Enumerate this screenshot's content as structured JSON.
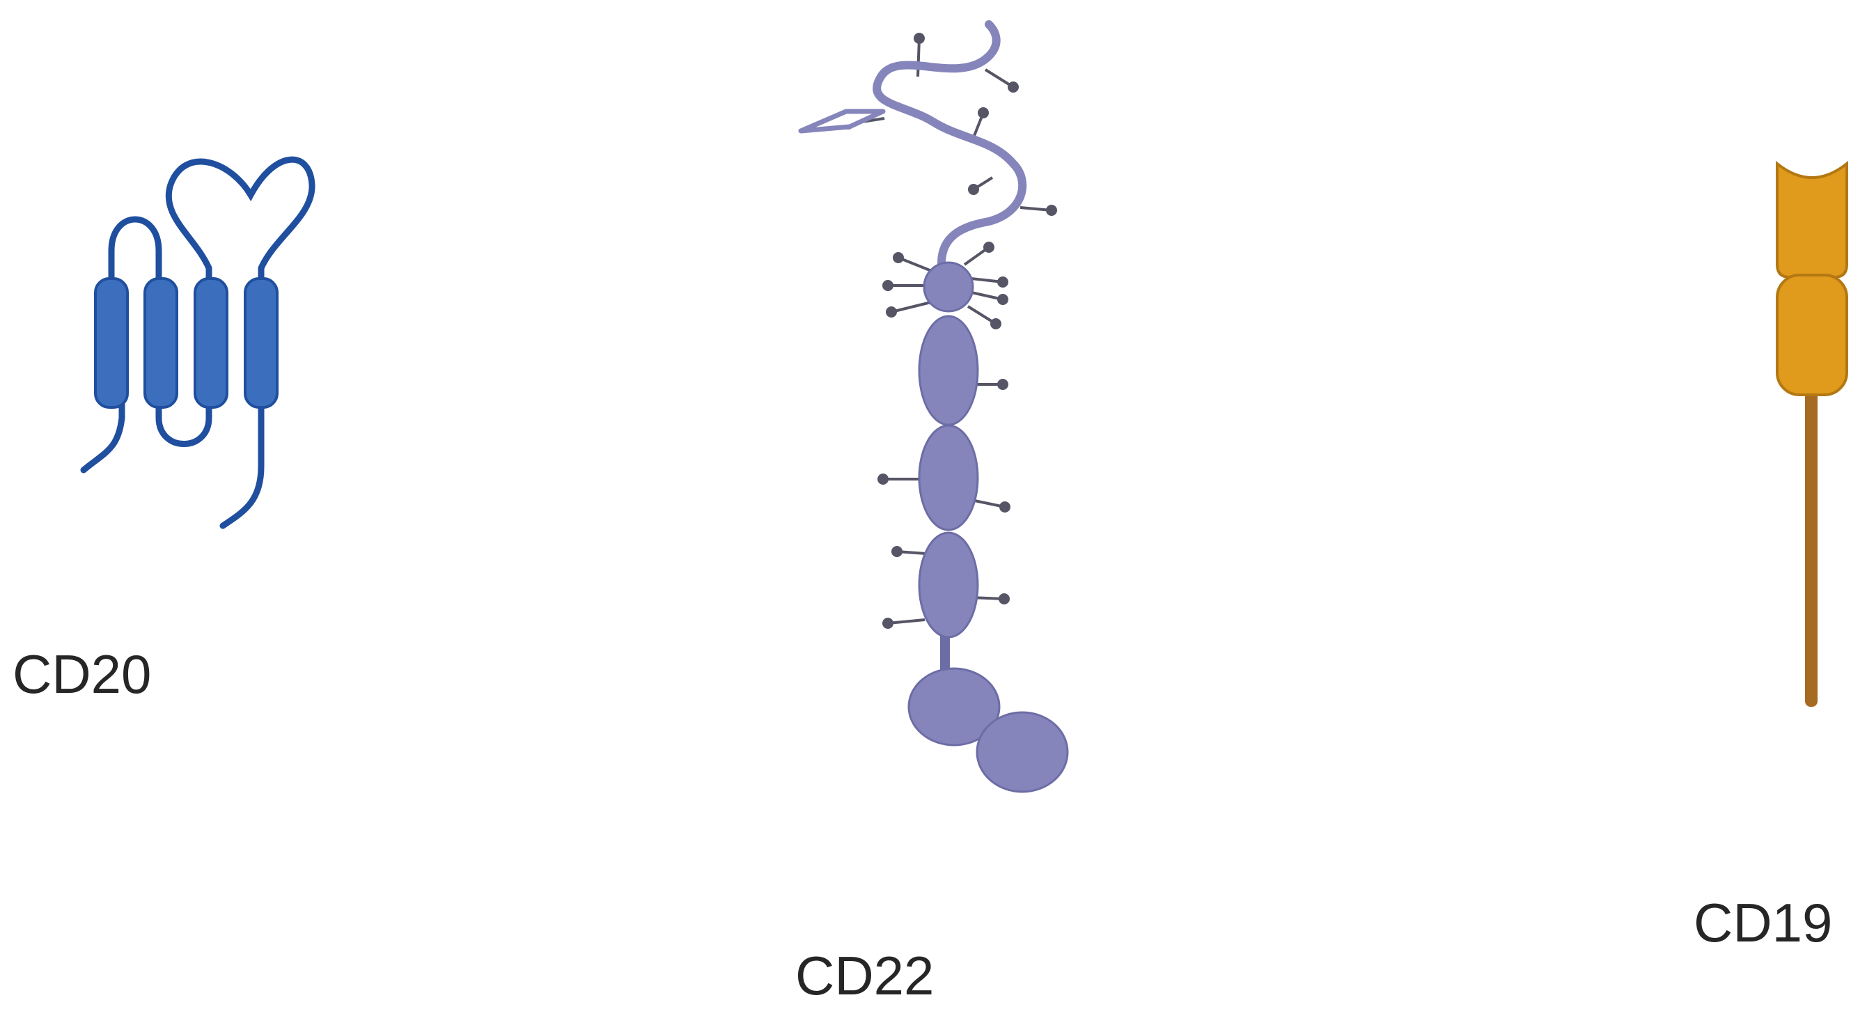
{
  "labels": {
    "cd20": "CD20",
    "cd22": "CD22",
    "cd19": "CD19"
  },
  "colors": {
    "cd20": "#3b6fbd",
    "cd20_outline": "#1f4f9e",
    "cd22": "#8585bb",
    "cd22_outline": "#6d6da6",
    "cd22_glycan": "#555566",
    "cd19": "#e09a1c",
    "cd19_outline": "#b37812",
    "cd19_stalk": "#a66a22"
  },
  "icons": [
    "cd20-protein-icon",
    "cd22-protein-icon",
    "cd19-protein-icon"
  ]
}
